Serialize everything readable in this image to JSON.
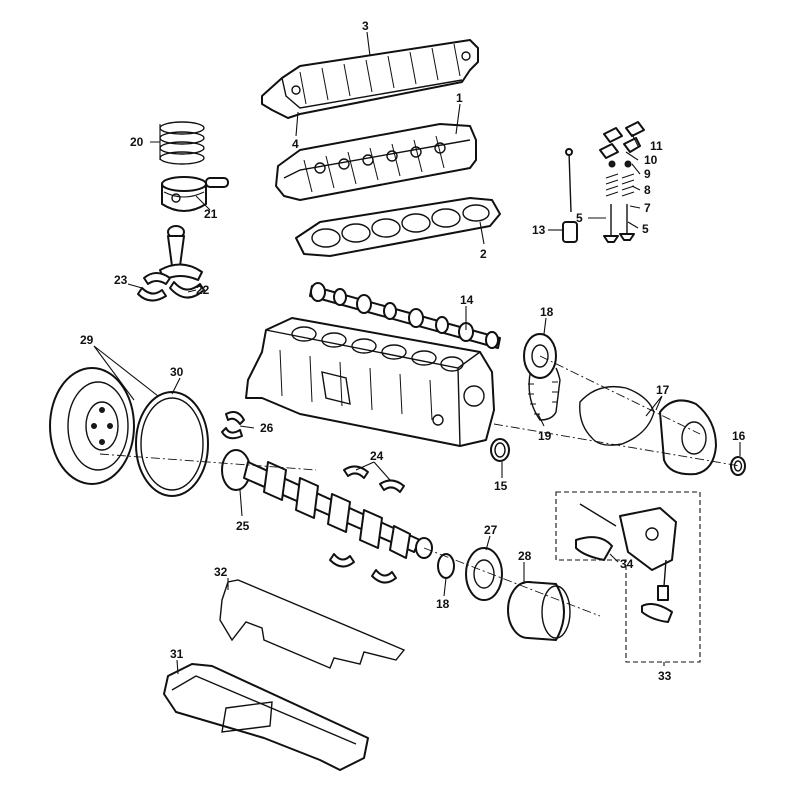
{
  "diagram": {
    "callouts": [
      {
        "id": "1",
        "text": "1"
      },
      {
        "id": "2",
        "text": "2"
      },
      {
        "id": "3",
        "text": "3"
      },
      {
        "id": "4",
        "text": "4"
      },
      {
        "id": "5a",
        "text": "5"
      },
      {
        "id": "5b",
        "text": "5"
      },
      {
        "id": "7",
        "text": "7"
      },
      {
        "id": "8",
        "text": "8"
      },
      {
        "id": "9",
        "text": "9"
      },
      {
        "id": "10",
        "text": "10"
      },
      {
        "id": "11",
        "text": "11"
      },
      {
        "id": "13",
        "text": "13"
      },
      {
        "id": "14",
        "text": "14"
      },
      {
        "id": "15",
        "text": "15"
      },
      {
        "id": "16",
        "text": "16"
      },
      {
        "id": "17",
        "text": "17"
      },
      {
        "id": "18a",
        "text": "18"
      },
      {
        "id": "18b",
        "text": "18"
      },
      {
        "id": "19",
        "text": "19"
      },
      {
        "id": "20",
        "text": "20"
      },
      {
        "id": "21",
        "text": "21"
      },
      {
        "id": "22",
        "text": "22"
      },
      {
        "id": "23",
        "text": "23"
      },
      {
        "id": "24",
        "text": "24"
      },
      {
        "id": "25",
        "text": "25"
      },
      {
        "id": "26",
        "text": "26"
      },
      {
        "id": "27",
        "text": "27"
      },
      {
        "id": "28",
        "text": "28"
      },
      {
        "id": "29",
        "text": "29"
      },
      {
        "id": "30",
        "text": "30"
      },
      {
        "id": "31",
        "text": "31"
      },
      {
        "id": "32",
        "text": "32"
      },
      {
        "id": "33",
        "text": "33"
      },
      {
        "id": "34",
        "text": "34"
      }
    ]
  }
}
